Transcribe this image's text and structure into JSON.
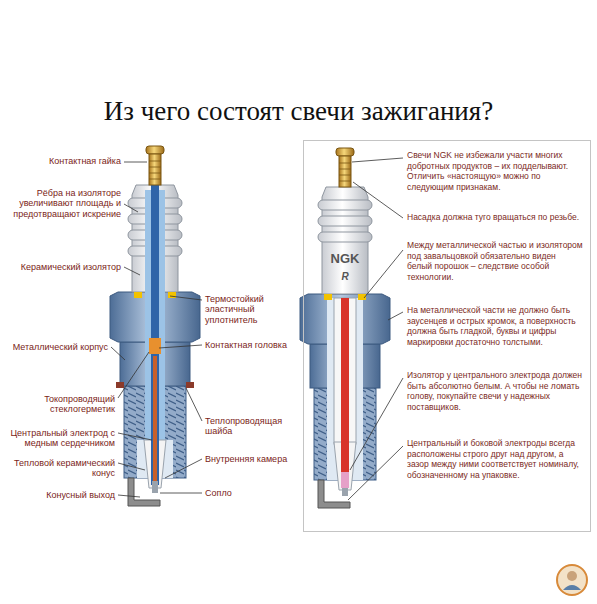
{
  "diagram": {
    "title": "Из чего состоят свечи зажигания?",
    "nodes": [
      {
        "text": [
          "Свечи NGK не избежали участи многих добротных продуктов – их подделывают. Отличить «настоящую» можно по следующим признакам.",
          "Насадка должна туго вращаться по резьбе.",
          "Между металлической частью и изолятором под завальцовкой обязательно виден белый порошок – следствие особой технологии.",
          "На металлической части не должно быть заусенцев и острых кромок, а поверхность должна быть гладкой, буквы и цифры маркировки достаточно толстыми.",
          "Изолятор у центрального электрода должен быть абсолютно белым. А чтобы не ломать голову, покупайте свечи у надежных поставщиков.",
          "Центральный и боковой электроды всегда расположены строго друг над другом, а зазор между ними соответствует номиналу, обозначенному на упаковке."
        ]
      }
    ],
    "labels": [
      "Контактная гайка",
      "Рёбра на изоляторе увеличивают площадь и предотвращают искрение",
      "Керамический изолятор",
      "Термостойкий эластичный уплотнитель",
      "Металлический корпус",
      "Контактная головка",
      "Токопроводящий стеклогерметик",
      "Теплопроводящая шайба",
      "Центральный электрод с медным сердечником",
      "Тепловой керамический конус",
      "Внутренняя камера",
      "Конусный выход",
      "Сопло",
      "NGK",
      "R"
    ]
  }
}
